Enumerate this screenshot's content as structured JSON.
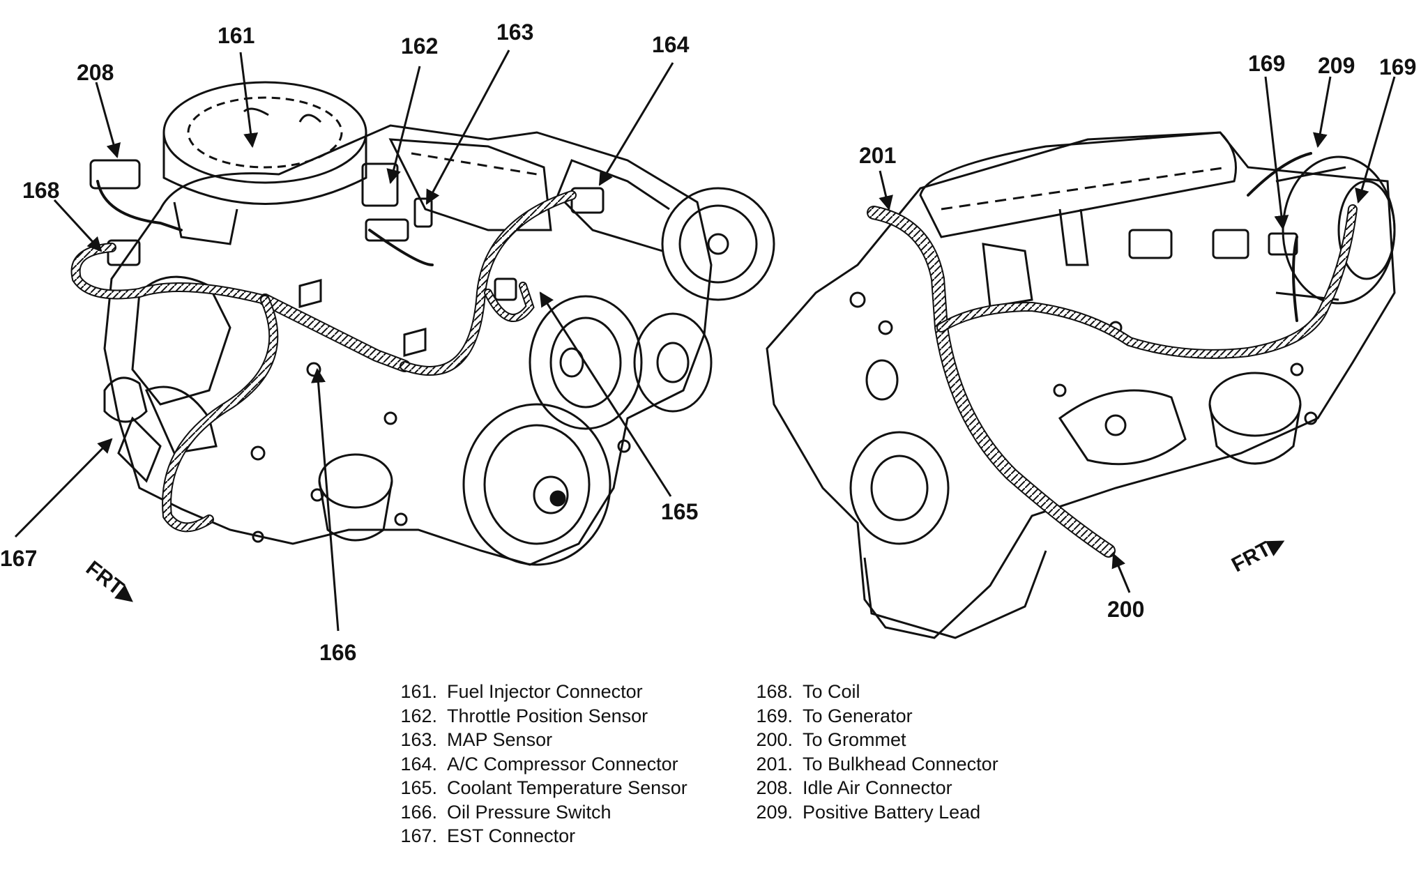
{
  "callouts": {
    "c161": "161",
    "c162": "162",
    "c163": "163",
    "c164": "164",
    "c208": "208",
    "c168": "168",
    "c167": "167",
    "c166": "166",
    "c165": "165",
    "c169a": "169",
    "c209": "209",
    "c169b": "169",
    "c201": "201",
    "c200": "200"
  },
  "frt_label": "FRT",
  "legend_left": [
    {
      "num": "161.",
      "label": "Fuel Injector Connector"
    },
    {
      "num": "162.",
      "label": "Throttle Position Sensor"
    },
    {
      "num": "163.",
      "label": "MAP Sensor"
    },
    {
      "num": "164.",
      "label": "A/C Compressor Connector"
    },
    {
      "num": "165.",
      "label": "Coolant Temperature Sensor"
    },
    {
      "num": "166.",
      "label": "Oil Pressure Switch"
    },
    {
      "num": "167.",
      "label": "EST Connector"
    }
  ],
  "legend_right": [
    {
      "num": "168.",
      "label": "To Coil"
    },
    {
      "num": "169.",
      "label": "To Generator"
    },
    {
      "num": "200.",
      "label": "To Grommet"
    },
    {
      "num": "201.",
      "label": "To Bulkhead Connector"
    },
    {
      "num": "208.",
      "label": "Idle Air Connector"
    },
    {
      "num": "209.",
      "label": "Positive Battery Lead"
    }
  ],
  "colors": {
    "ink": "#111111",
    "paper": "#ffffff"
  }
}
